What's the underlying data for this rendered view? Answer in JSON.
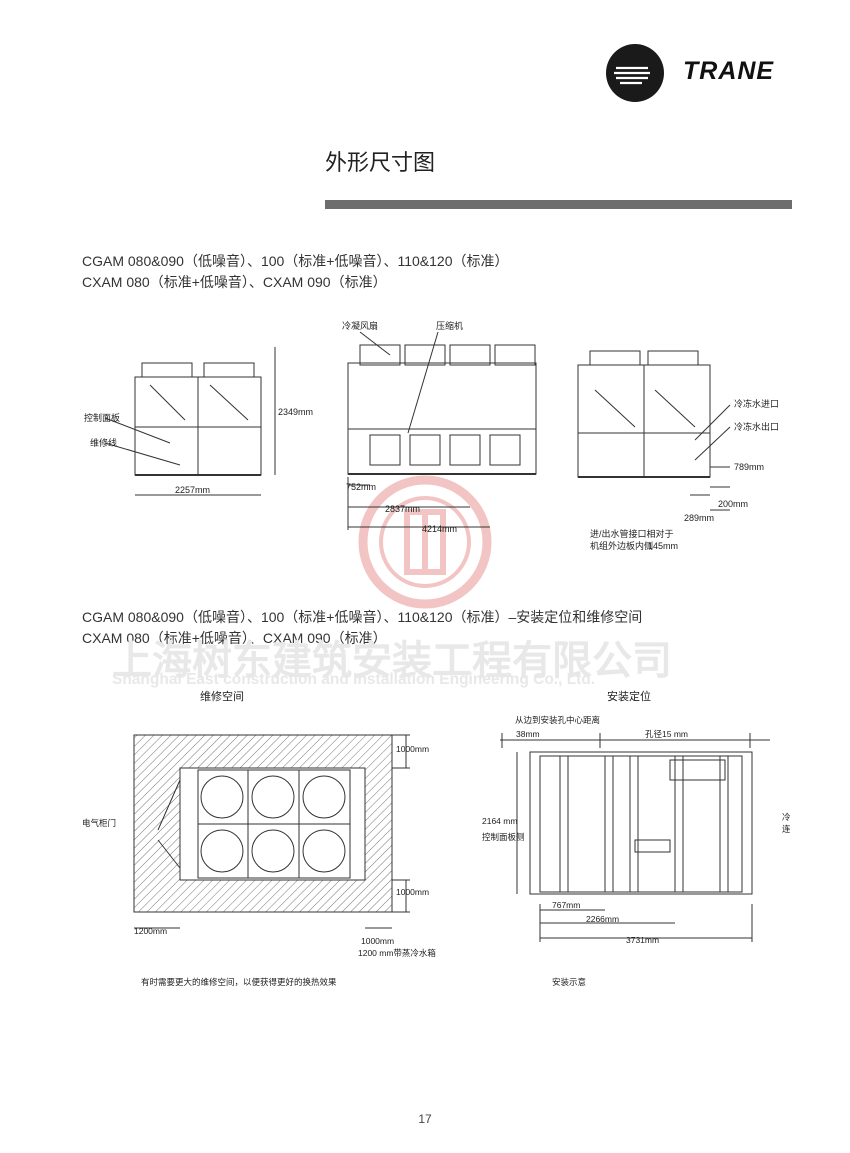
{
  "header": {
    "brand": "TRANE",
    "title": "外形尺寸图"
  },
  "section1": {
    "line1": "CGAM 080&090（低噪音）、100（标准+低噪音）、110&120（标准）",
    "line2": "CXAM 080（标准+低噪音）、CXAM 090（标准）",
    "labels": {
      "control_panel": "控制面板",
      "service_line": "维修线",
      "fan": "冷凝风扇",
      "compressor": "压缩机",
      "water_inlet": "冷冻水进口",
      "water_outlet": "冷冻水出口",
      "water_note_1": "进/出水管接口相对于",
      "water_note_2": "机组外边板内侧"
    },
    "dims": {
      "height": "2349mm",
      "width": "2257mm",
      "d752": "752mm",
      "d2837": "2837mm",
      "d4214": "4214mm",
      "d789": "789mm",
      "d200": "200mm",
      "d289": "289mm",
      "d145": "145mm"
    }
  },
  "section2": {
    "line1": "CGAM 080&090（低噪音）、100（标准+低噪音）、110&120（标准）–安装定位和维修空间",
    "line2": "CXAM 080（标准+低噪音）、CXAM 090（标准）",
    "left_title": "维修空间",
    "right_title": "安装定位",
    "left_labels": {
      "door": "电气柜门",
      "top": "1000mm",
      "right": "1000mm",
      "left": "1200mm",
      "bottom": "1000mm",
      "bottom2": "1200 mm带蒸冷水箱",
      "note": "有时需要更大的维修空间，以便获得更好的换热效果"
    },
    "right_labels": {
      "hole_dist": "从边到安装孔中心距离",
      "d38": "38mm",
      "hole": "孔径15 mm",
      "d2164": "2164 mm",
      "control_side": "控制面板侧",
      "water_side_1": "冷冻水管",
      "water_side_2": "连接侧",
      "d767": "767mm",
      "d2266": "2266mm",
      "d3731": "3731mm",
      "note": "安装示意"
    }
  },
  "watermark": {
    "cn": "上海树东建筑安装工程有限公司",
    "en": "Shanghai East construction and Installation Engineering Co., Ltd."
  },
  "footer": {
    "page": "17"
  }
}
